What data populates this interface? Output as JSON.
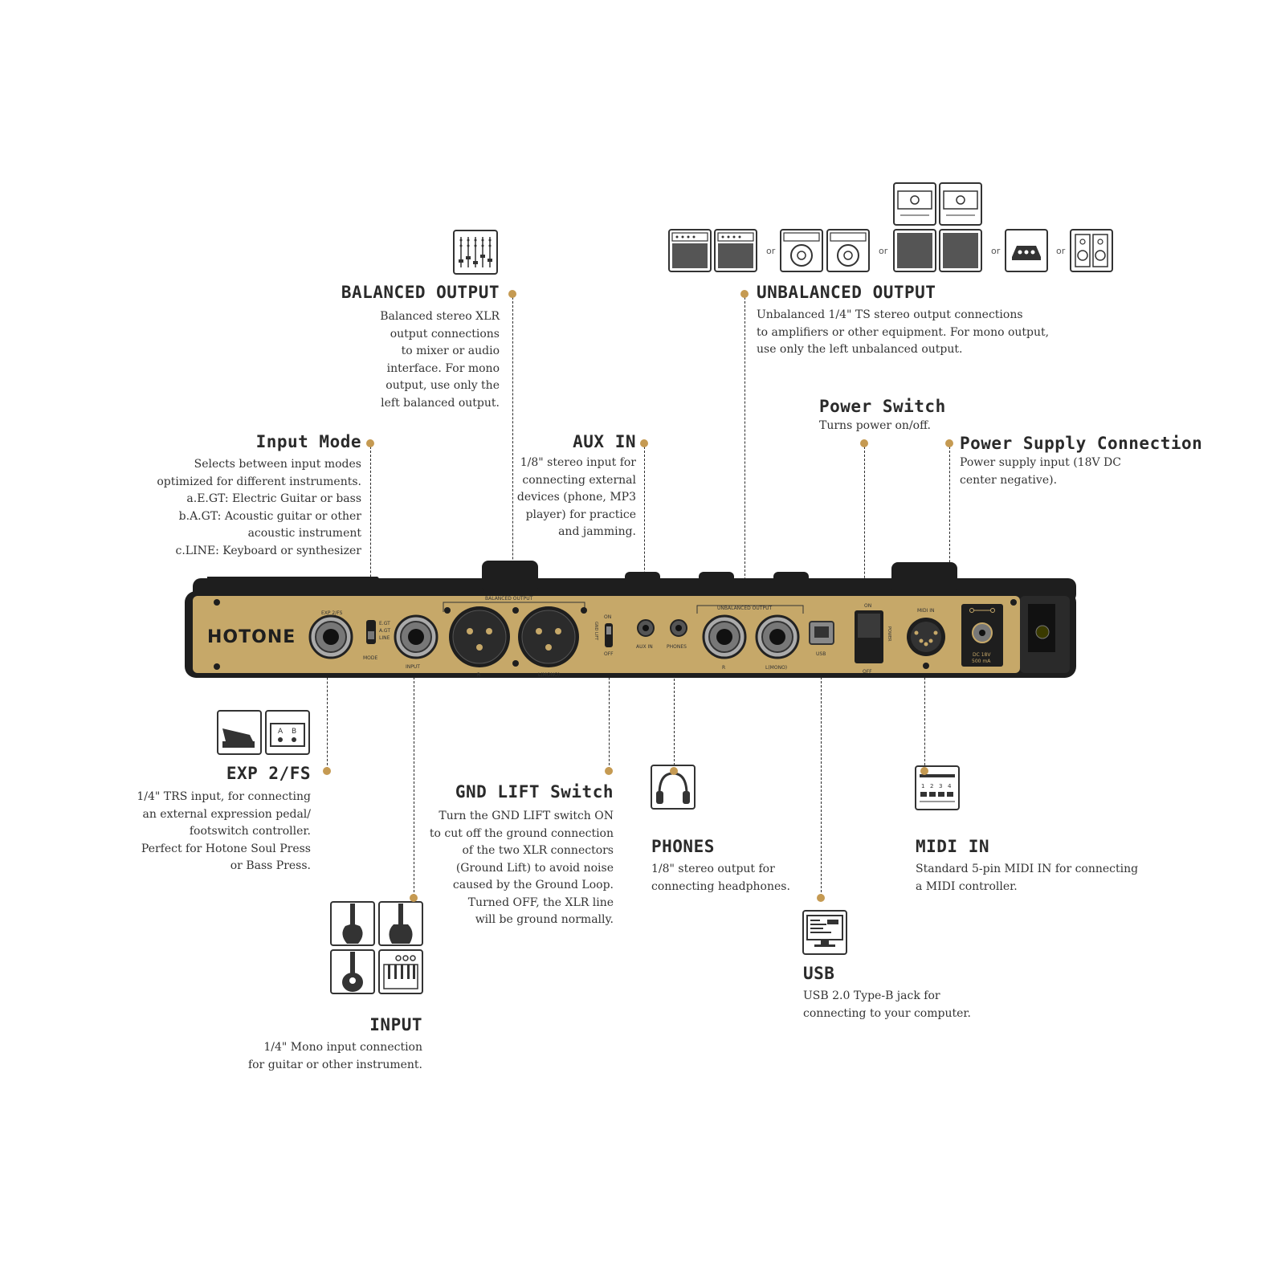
{
  "device": {
    "brand": "HOTONE",
    "panel_labels": {
      "exp": "EXP 2/FS",
      "mode_positions": [
        "E.GT",
        "A.GT",
        "LINE"
      ],
      "mode": "MODE",
      "input": "INPUT",
      "balanced_output": "BALANCED OUTPUT",
      "r": "R",
      "l_mono": "L(MONO)",
      "on": "ON",
      "off": "OFF",
      "gnd_lift": "GND LIFT",
      "aux_in": "AUX IN",
      "phones": "PHONES",
      "unbalanced_output": "UNBALANCED OUTPUT",
      "usb": "USB",
      "power": "POWER",
      "midi_in": "MIDI IN",
      "dc_rating_1": "DC 18V",
      "dc_rating_2": "500 mA"
    }
  },
  "or_label": "or",
  "callouts": {
    "balanced_output": {
      "title": "BALANCED OUTPUT",
      "lines": [
        "Balanced stereo XLR",
        "output connections",
        "to mixer or audio",
        "interface. For mono",
        "output, use only the",
        "left balanced output."
      ]
    },
    "unbalanced_output": {
      "title": "UNBALANCED OUTPUT",
      "lines": [
        "Unbalanced 1/4\" TS stereo output connections",
        "to amplifiers or other equipment. For mono output,",
        "use only the left unbalanced output."
      ]
    },
    "input_mode": {
      "title": "Input Mode",
      "lines": [
        "Selects between input modes",
        "optimized for different instruments.",
        "a.E.GT: Electric Guitar or bass",
        "b.A.GT: Acoustic guitar or other",
        "acoustic instrument",
        "c.LINE: Keyboard or synthesizer"
      ]
    },
    "aux_in": {
      "title": "AUX IN",
      "lines": [
        "1/8\" stereo input for",
        "connecting external",
        "devices (phone, MP3",
        "player) for practice",
        "and jamming."
      ]
    },
    "power_switch": {
      "title": "Power Switch",
      "lines": [
        "Turns power on/off."
      ]
    },
    "power_supply": {
      "title": "Power Supply Connection",
      "lines": [
        "Power supply input (18V DC",
        "center negative)."
      ]
    },
    "exp_fs": {
      "title": "EXP 2/FS",
      "lines": [
        "1/4\" TRS input, for connecting",
        "an external expression pedal/",
        "footswitch controller.",
        "Perfect for Hotone Soul Press",
        "or Bass Press."
      ]
    },
    "gnd_lift": {
      "title": "GND LIFT Switch",
      "lines": [
        "Turn the GND LIFT switch ON",
        "to cut off the ground connection",
        "of the two XLR connectors",
        "(Ground Lift) to avoid noise",
        "caused by the Ground Loop.",
        "Turned OFF, the XLR line",
        "will be ground normally."
      ]
    },
    "phones": {
      "title": "PHONES",
      "lines": [
        "1/8\" stereo output for",
        "connecting headphones."
      ]
    },
    "midi_in": {
      "title": "MIDI IN",
      "lines": [
        "Standard 5-pin MIDI IN for connecting",
        "a MIDI controller."
      ]
    },
    "usb": {
      "title": "USB",
      "lines": [
        "USB 2.0 Type-B jack for",
        "connecting to your computer."
      ]
    },
    "input": {
      "title": "INPUT",
      "lines": [
        "1/4\" Mono input connection",
        "for guitar or other instrument."
      ]
    }
  },
  "colors": {
    "accent_dot": "#c59a52",
    "panel_gold": "#c6a869",
    "panel_dark": "#1e1e1e",
    "text": "#2a2a2a"
  },
  "icons": [
    "mixer-icon",
    "smartphone-icon",
    "amp-combo-icon",
    "speaker-cabinet-icon",
    "amp-head-icon",
    "power-amp-icon",
    "studio-monitor-icon",
    "pedal-icon",
    "footswitch-icon",
    "guitar-icon",
    "bass-icon",
    "acoustic-guitar-icon",
    "keyboard-icon",
    "headphones-icon",
    "midi-controller-icon",
    "computer-icon"
  ]
}
